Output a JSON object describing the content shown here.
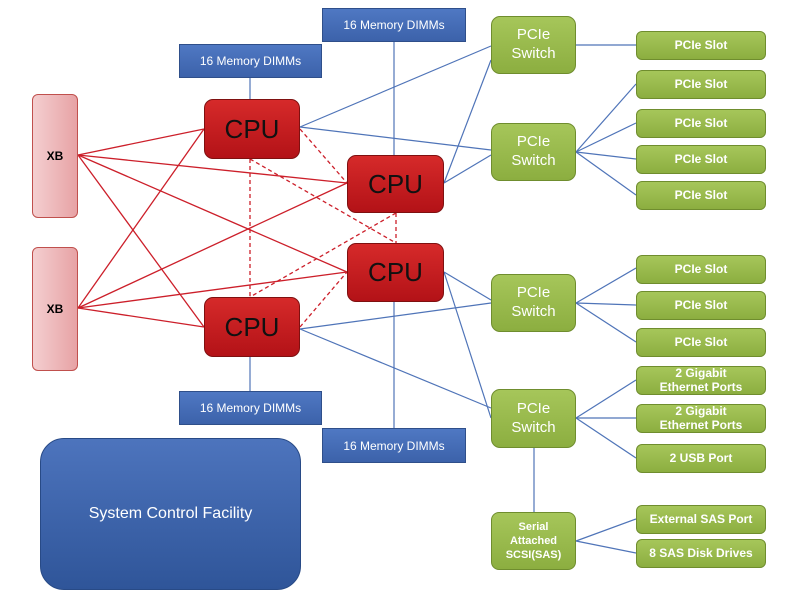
{
  "xb": [
    "XB",
    "XB"
  ],
  "cpu": [
    "CPU",
    "CPU",
    "CPU",
    "CPU"
  ],
  "dimms": [
    "16 Memory DIMMs",
    "16 Memory DIMMs",
    "16 Memory DIMMs",
    "16 Memory DIMMs"
  ],
  "switches": [
    "PCIe\nSwitch",
    "PCIe\nSwitch",
    "PCIe\nSwitch",
    "PCIe\nSwitch"
  ],
  "slots": [
    "PCIe Slot",
    "PCIe Slot",
    "PCIe Slot",
    "PCIe Slot",
    "PCIe Slot",
    "PCIe Slot",
    "PCIe Slot",
    "PCIe Slot"
  ],
  "ethernet": [
    "2 Gigabit\nEthernet Ports",
    "2 Gigabit\nEthernet Ports"
  ],
  "usb": "2 USB Port",
  "sas_controller": "Serial\nAttached\nSCSI(SAS)",
  "external_sas": "External SAS Port",
  "sas_disks": "8 SAS Disk Drives",
  "system_control": "System Control Facility",
  "colors": {
    "cpu_link": "#cc1f2a",
    "io_link": "#4f74b8",
    "cpu": "#c4161c",
    "dimm": "#4a70b8",
    "green": "#9bbb59",
    "xb": "#ecb4b6"
  }
}
